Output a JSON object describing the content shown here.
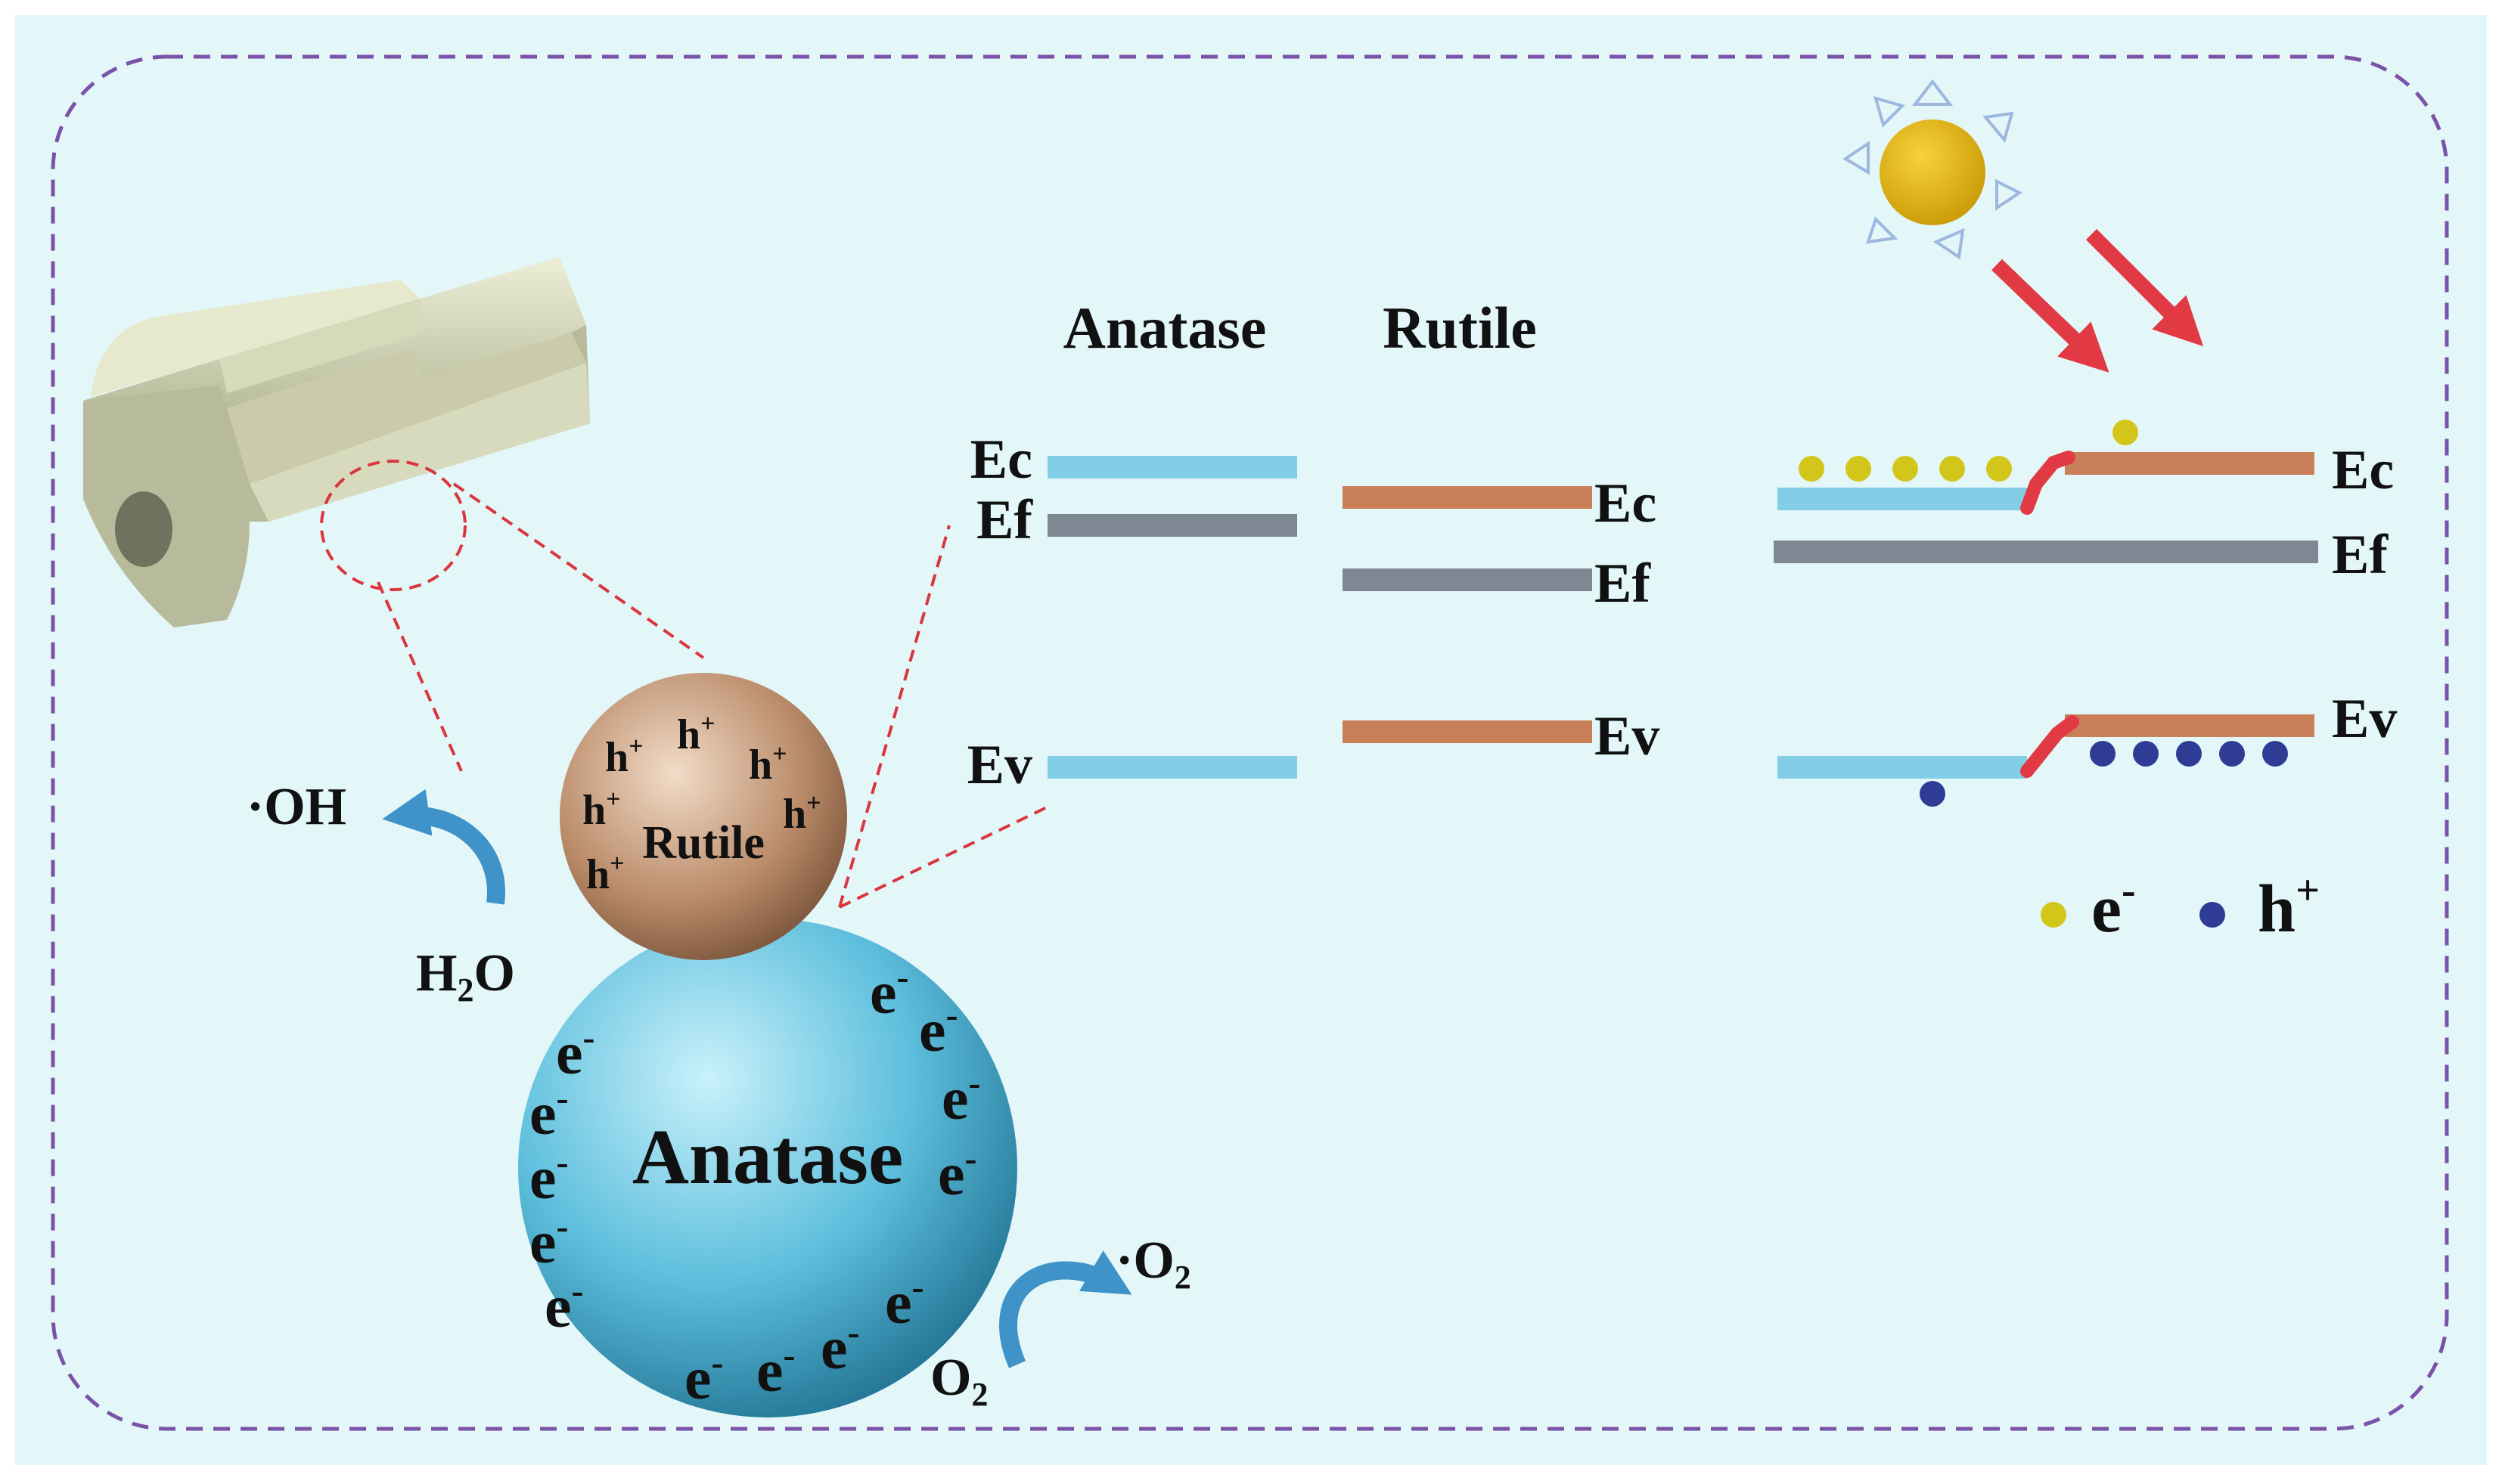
{
  "colors": {
    "background": "#e3f7f8",
    "frame": "#7a52a8",
    "anatase_band": "#84cde6",
    "rutile_band": "#c97f57",
    "fermi_band": "#7d8892",
    "arrow_red": "#e23a44",
    "arrow_blue": "#3f93c9",
    "zoom_dash": "#d9363e",
    "sun": "#e8b80c",
    "electron": "#d3c61b",
    "hole": "#2e3c96",
    "anatase_sphere": "#5cbedc",
    "rutile_sphere": "#b98a68"
  },
  "band_diagram": {
    "anatase_header": "Anatase",
    "rutile_header": "Rutile",
    "anatase_labels": {
      "ec": "Ec",
      "ef": "Ef",
      "ev": "Ev"
    },
    "rutile_labels": {
      "ec": "Ec",
      "ef": "Ef",
      "ev": "Ev"
    }
  },
  "junction_diagram": {
    "labels": {
      "ec": "Ec",
      "ef": "Ef",
      "ev": "Ev"
    },
    "conduction_electrons": 5,
    "excited_electrons": 1,
    "valence_holes": 5,
    "anatase_holes": 1
  },
  "legend": {
    "electron_base": "e",
    "electron_sup": "-",
    "hole_base": "h",
    "hole_sup": "+"
  },
  "particles": {
    "rutile_label": "Rutile",
    "anatase_label": "Anatase",
    "hole_base": "h",
    "hole_sup": "+",
    "electron_base": "e",
    "electron_sup": "-"
  },
  "reactions": {
    "oh": "·OH",
    "h2o_a": "H",
    "h2o_sub": "2",
    "h2o_b": "O",
    "o2_radical_base": "·O",
    "o2_radical_sub": "2",
    "o2_base": "O",
    "o2_sub": "2"
  }
}
